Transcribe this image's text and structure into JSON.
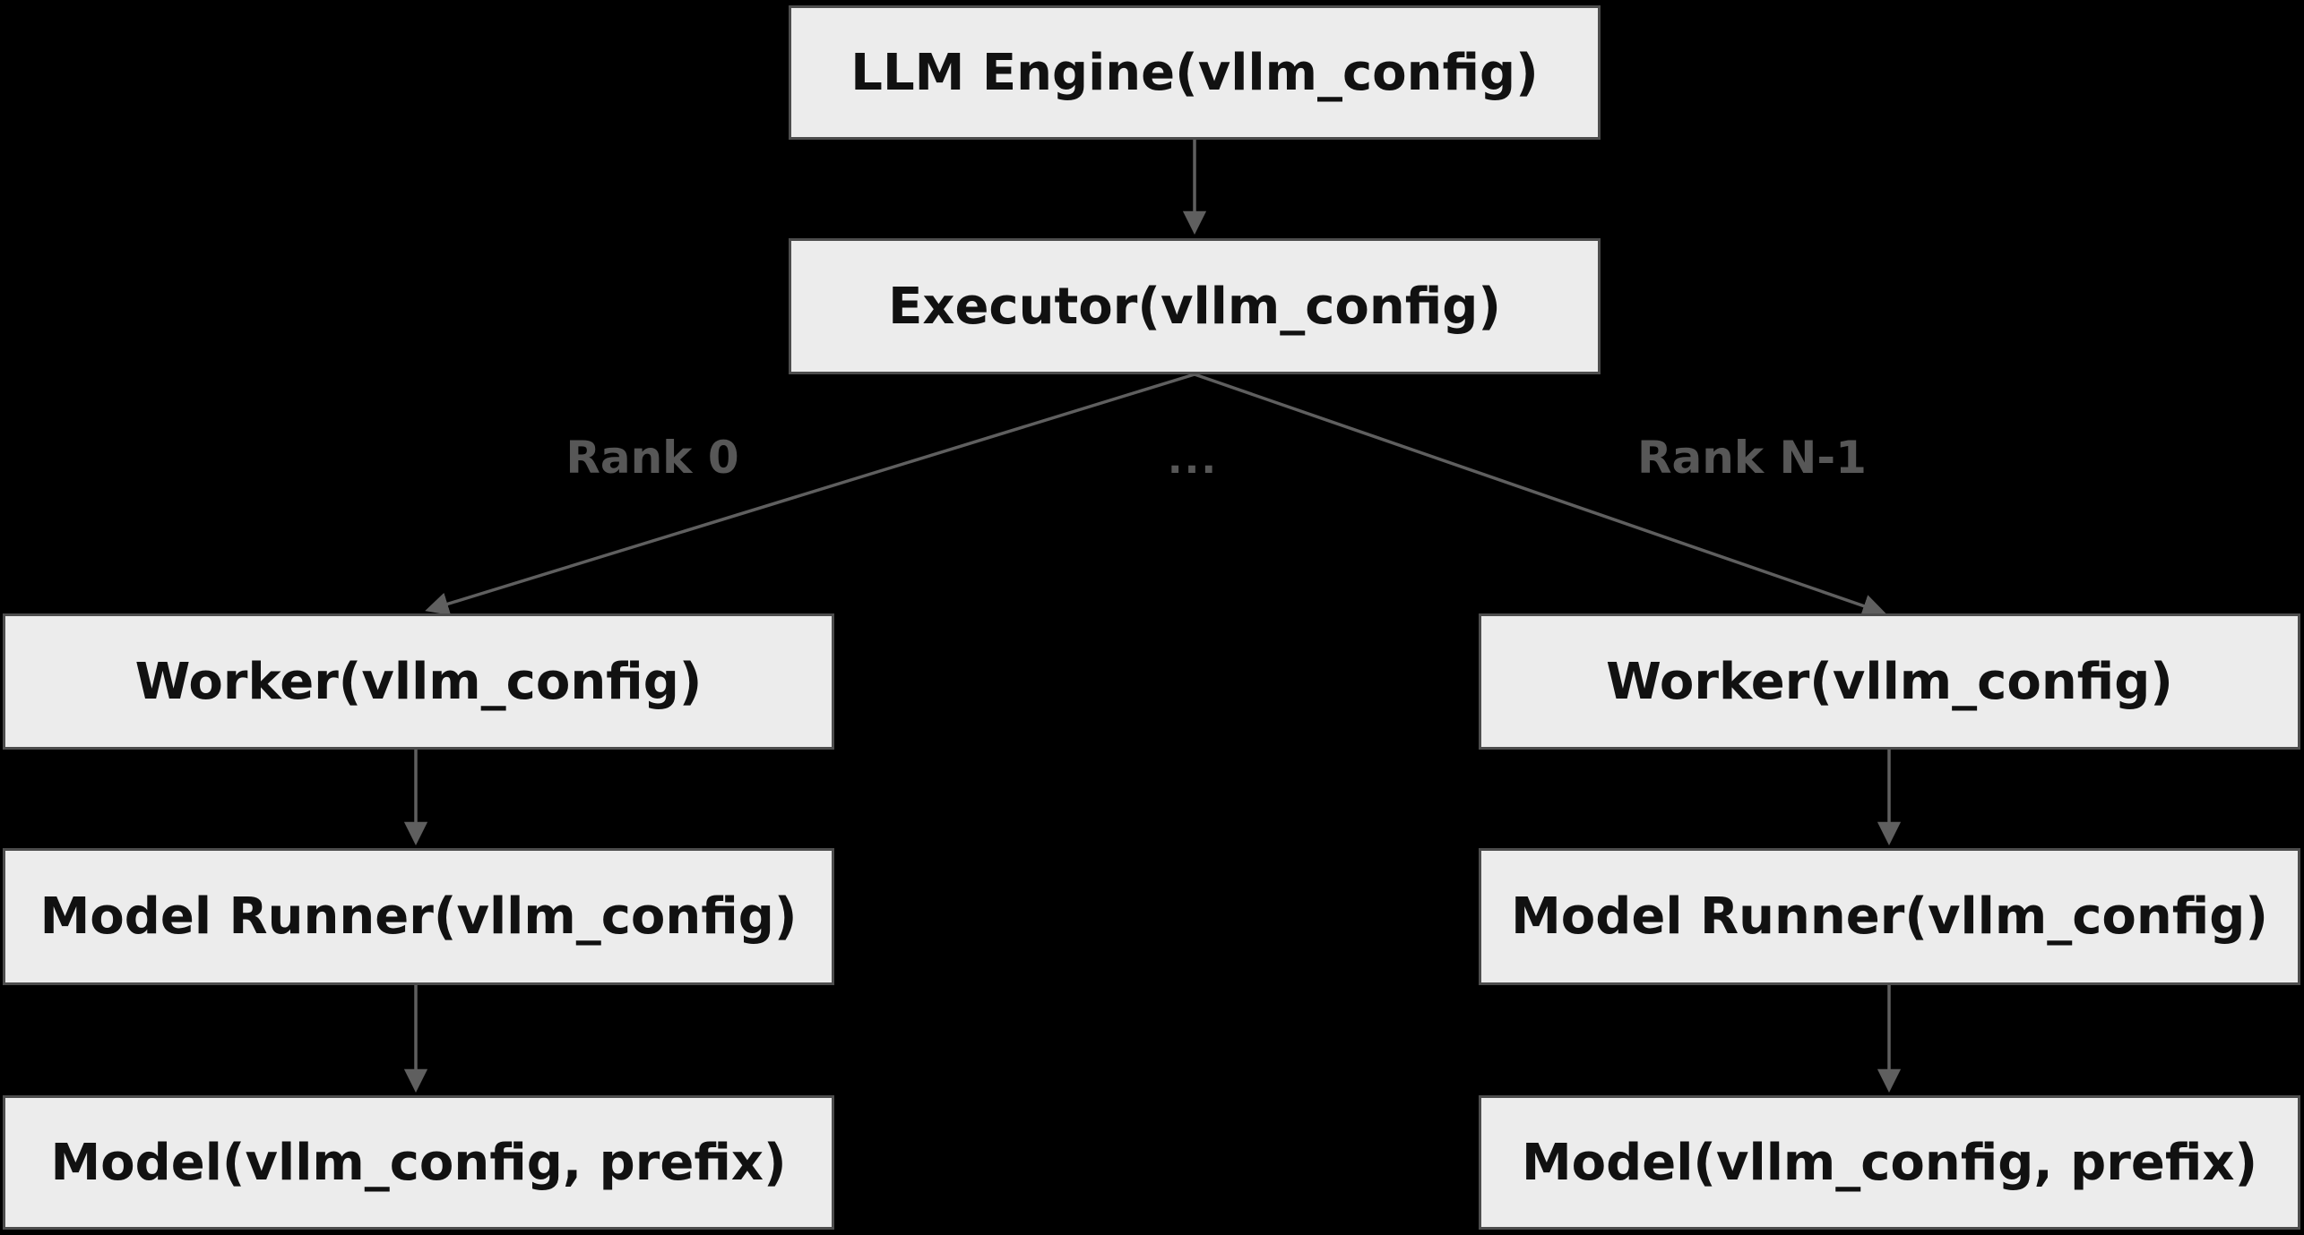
{
  "diagram": {
    "title": "vLLM engine-executor-worker hierarchy",
    "colors": {
      "background": "#000000",
      "node_fill": "#ececec",
      "node_border": "#4d4d4d",
      "node_text": "#111111",
      "edge": "#5f5f5f",
      "edge_label": "#575757"
    },
    "nodes": {
      "llm_engine": {
        "label": "LLM Engine(vllm_config)"
      },
      "executor": {
        "label": "Executor(vllm_config)"
      },
      "worker_left": {
        "label": "Worker(vllm_config)"
      },
      "model_runner_left": {
        "label": "Model Runner(vllm_config)"
      },
      "model_left": {
        "label": "Model(vllm_config, prefix)"
      },
      "worker_right": {
        "label": "Worker(vllm_config)"
      },
      "model_runner_right": {
        "label": "Model Runner(vllm_config)"
      },
      "model_right": {
        "label": "Model(vllm_config, prefix)"
      }
    },
    "edge_labels": {
      "rank_0": "Rank 0",
      "ellipsis": "...",
      "rank_n_1": "Rank N-1"
    }
  }
}
